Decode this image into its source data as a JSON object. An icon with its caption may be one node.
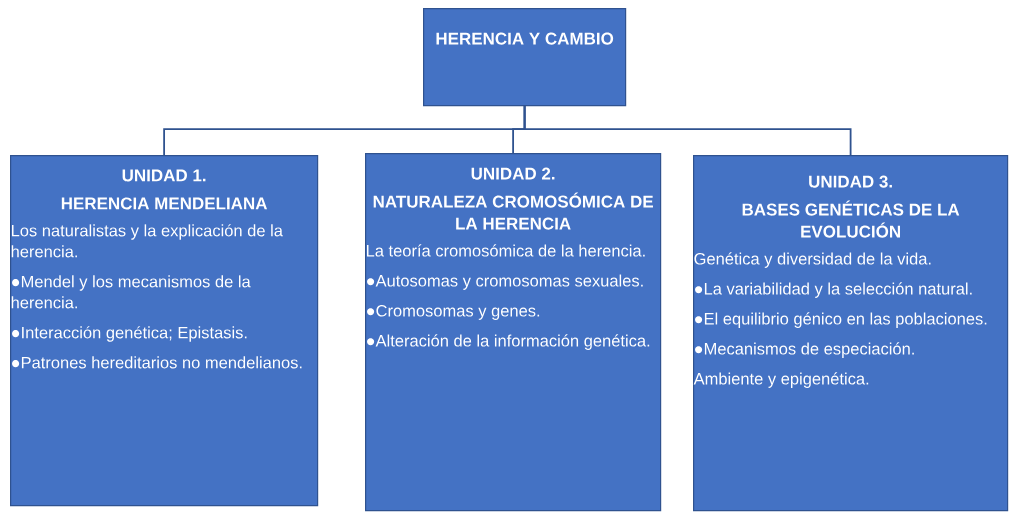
{
  "diagram": {
    "nodes": [
      {
        "text": [
          "HERENCIA Y CAMBIO"
        ]
      },
      {
        "text": [
          "UNIDAD 1.",
          "HERENCIA MENDELIANA",
          "Los naturalistas y la explicación de la herencia.",
          "●Mendel y los mecanismos de la herencia.",
          "●Interacción genética; Epistasis.",
          "●Patrones hereditarios no mendelianos."
        ]
      },
      {
        "text": [
          "UNIDAD 2.",
          "NATURALEZA CROMOSÓMICA DE LA HERENCIA",
          "La teoría cromosómica de la herencia.",
          "●Autosomas y cromosomas sexuales.",
          "●Cromosomas y genes.",
          "●Alteración de la información genética."
        ]
      },
      {
        "text": [
          "UNIDAD 3.",
          "BASES GENÉTICAS DE LA EVOLUCIÓN",
          "Genética y diversidad de la vida.",
          "●La variabilidad y la selección natural.",
          "●El equilibrio génico en las poblaciones.",
          "●Mecanismos de especiación.",
          "Ambiente y epigenética."
        ]
      }
    ],
    "edges": [
      {
        "from": 0,
        "to": 1,
        "arrow": "none"
      },
      {
        "from": 0,
        "to": 2,
        "arrow": "none"
      },
      {
        "from": 0,
        "to": 3,
        "arrow": "none"
      }
    ]
  }
}
